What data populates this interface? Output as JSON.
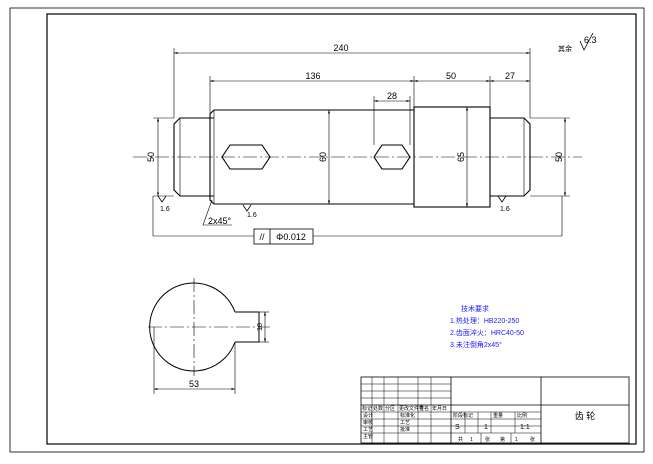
{
  "dimensions": {
    "total_length": "240",
    "middle_length": "136",
    "collar_length": "50",
    "right_length": "27",
    "keyway_length": "28",
    "left_dia": "50",
    "middle_dia": "60",
    "collar_dia": "65",
    "right_dia": "50",
    "chamfer": "2x45°",
    "section_width": "53",
    "key_depth": "18"
  },
  "roughness": {
    "general_label": "其余",
    "general_value": "6.3",
    "local_value": "1.6"
  },
  "tolerance": {
    "symbol": "//",
    "value": "Φ0.012"
  },
  "notes": {
    "title": "技术要求",
    "items": [
      "1.热处理：HB220-250",
      "2.齿面淬火：HRC40-50",
      "3.未注倒角2x45°"
    ]
  },
  "title_block": {
    "part_name": "齿    轮",
    "scale": "1:1",
    "qty": "1",
    "stage": "S",
    "header_row": [
      "标记",
      "处数",
      "分区",
      "更改文件号",
      "签名",
      "年月日"
    ],
    "row_design": [
      "设计",
      "",
      "标准化"
    ],
    "row_check": [
      "审核",
      "",
      "工艺"
    ],
    "row_approve": [
      "工艺",
      "",
      "批准"
    ],
    "row_main": [
      "主管"
    ],
    "mid_header": [
      "阶段标记",
      "重量",
      "比例"
    ],
    "sheet_row": [
      "共",
      "1",
      "张",
      "第",
      "1",
      "张"
    ]
  }
}
